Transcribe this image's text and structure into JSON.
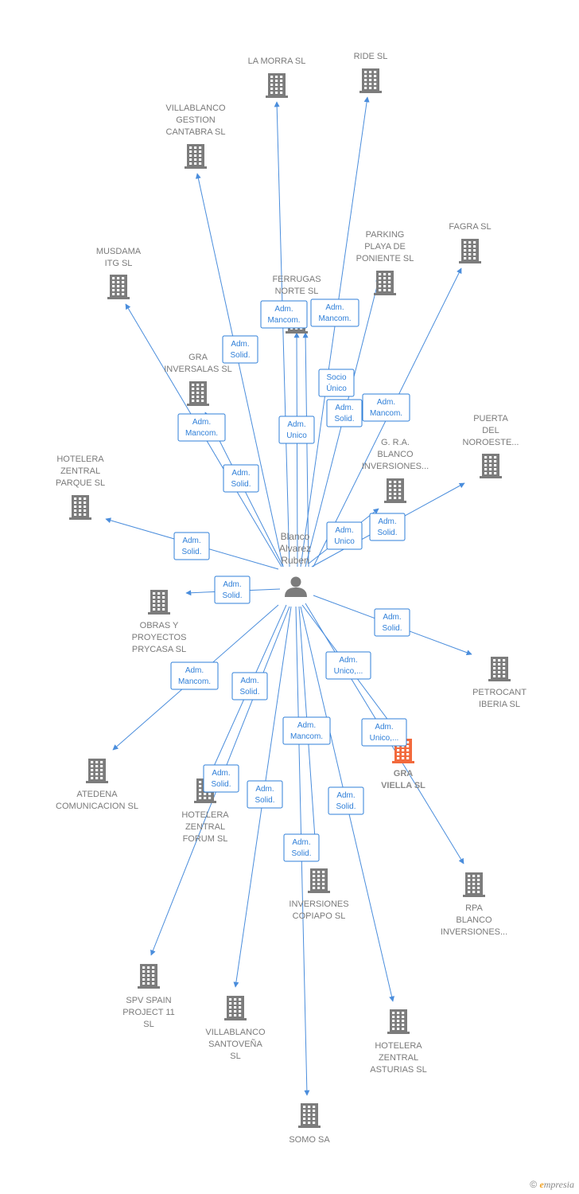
{
  "colors": {
    "edge": "#4a8ddc",
    "edge_label": "#2f7fd8",
    "building": "#7c7c7c",
    "highlight": "#f26a3d",
    "person": "#7c7c7c",
    "text": "#7a7a7a"
  },
  "person": {
    "name_lines": [
      "Blanco",
      "Alvarez",
      "Ruben"
    ],
    "icon": "person-icon"
  },
  "companies": [
    {
      "id": "la_morra",
      "lines": [
        "LA MORRA SL"
      ]
    },
    {
      "id": "ride",
      "lines": [
        "RIDE SL"
      ]
    },
    {
      "id": "villablanco_gestion",
      "lines": [
        "VILLABLANCO",
        "GESTION",
        "CANTABRA  SL"
      ]
    },
    {
      "id": "fagra",
      "lines": [
        "FAGRA SL"
      ]
    },
    {
      "id": "parking",
      "lines": [
        "PARKING",
        "PLAYA DE",
        "PONIENTE  SL"
      ]
    },
    {
      "id": "musdama",
      "lines": [
        "MUSDAMA",
        "ITG  SL"
      ]
    },
    {
      "id": "ferrugas",
      "lines": [
        "FERRUGAS",
        "NORTE  SL"
      ]
    },
    {
      "id": "gra_inversalas",
      "lines": [
        "GRA",
        "INVERSALAS SL"
      ]
    },
    {
      "id": "puerta_noroeste",
      "lines": [
        "PUERTA",
        "DEL",
        "NOROESTE..."
      ]
    },
    {
      "id": "gra_blanco",
      "lines": [
        "G. R.A.",
        "BLANCO",
        "INVERSIONES..."
      ]
    },
    {
      "id": "hotelera_parque",
      "lines": [
        "HOTELERA",
        "ZENTRAL",
        "PARQUE  SL"
      ]
    },
    {
      "id": "obras",
      "lines": [
        "OBRAS Y",
        "PROYECTOS",
        "PRYCASA  SL"
      ]
    },
    {
      "id": "petrocant",
      "lines": [
        "PETROCANT",
        "IBERIA  SL"
      ]
    },
    {
      "id": "gra_viella",
      "lines": [
        "GRA",
        "VIELLA  SL"
      ],
      "highlight": true
    },
    {
      "id": "atedena",
      "lines": [
        "ATEDENA",
        "COMUNICACION SL"
      ]
    },
    {
      "id": "hotelera_forum",
      "lines": [
        "HOTELERA",
        "ZENTRAL",
        "FORUM  SL"
      ]
    },
    {
      "id": "rpa",
      "lines": [
        "RPA",
        "BLANCO",
        "INVERSIONES..."
      ]
    },
    {
      "id": "inversiones_copiapo",
      "lines": [
        "INVERSIONES",
        "COPIAPO  SL"
      ]
    },
    {
      "id": "spv_spain",
      "lines": [
        "SPV SPAIN",
        "PROJECT 11",
        "SL"
      ]
    },
    {
      "id": "villablanco_santovena",
      "lines": [
        "VILLABLANCO",
        "SANTOVEÑA",
        "SL"
      ]
    },
    {
      "id": "hotelera_asturias",
      "lines": [
        "HOTELERA",
        "ZENTRAL",
        "ASTURIAS  SL"
      ]
    },
    {
      "id": "somo",
      "lines": [
        "SOMO SA"
      ]
    }
  ],
  "relations": [
    {
      "target": "villablanco_gestion",
      "label": [
        "Adm.",
        "Solid."
      ]
    },
    {
      "target": "la_morra",
      "label": [
        "Adm.",
        "Mancom."
      ]
    },
    {
      "target": "ride",
      "label": [
        "Adm.",
        "Mancom."
      ]
    },
    {
      "target": "ferrugas",
      "label": [
        "Socio",
        "Único"
      ]
    },
    {
      "target": "parking",
      "label": [
        "Adm.",
        "Solid."
      ]
    },
    {
      "target": "fagra",
      "label": [
        "Adm.",
        "Mancom."
      ]
    },
    {
      "target": "musdama",
      "label": [
        "Adm.",
        "Mancom."
      ]
    },
    {
      "target": "ferrugas",
      "label": [
        "Adm.",
        "Unico"
      ]
    },
    {
      "target": "gra_inversalas",
      "label": [
        "Adm.",
        "Solid."
      ]
    },
    {
      "target": "puerta_noroeste",
      "label": [
        "Adm.",
        "Solid."
      ]
    },
    {
      "target": "gra_blanco",
      "label": [
        "Adm.",
        "Unico"
      ]
    },
    {
      "target": "hotelera_parque",
      "label": [
        "Adm.",
        "Solid."
      ]
    },
    {
      "target": "obras",
      "label": [
        "Adm.",
        "Solid."
      ]
    },
    {
      "target": "petrocant",
      "label": [
        "Adm.",
        "Solid."
      ]
    },
    {
      "target": "atedena",
      "label": [
        "Adm.",
        "Mancom."
      ]
    },
    {
      "target": "gra_viella",
      "label": [
        "Adm.",
        "Unico,..."
      ]
    },
    {
      "target": "rpa",
      "label": [
        "Adm.",
        "Unico,..."
      ]
    },
    {
      "target": "hotelera_forum",
      "label": [
        "Adm.",
        "Solid."
      ]
    },
    {
      "target": "spv_spain",
      "label": [
        "Adm.",
        "Solid."
      ]
    },
    {
      "target": "inversiones_copiapo",
      "label": [
        "Adm.",
        "Mancom."
      ]
    },
    {
      "target": "villablanco_santovena",
      "label": [
        "Adm.",
        "Solid."
      ]
    },
    {
      "target": "hotelera_asturias",
      "label": [
        "Adm.",
        "Solid."
      ]
    },
    {
      "target": "somo",
      "label": [
        "Adm.",
        "Solid."
      ]
    }
  ],
  "footer": {
    "copyright": "©",
    "brand_initial": "e",
    "brand_rest": "mpresia"
  }
}
